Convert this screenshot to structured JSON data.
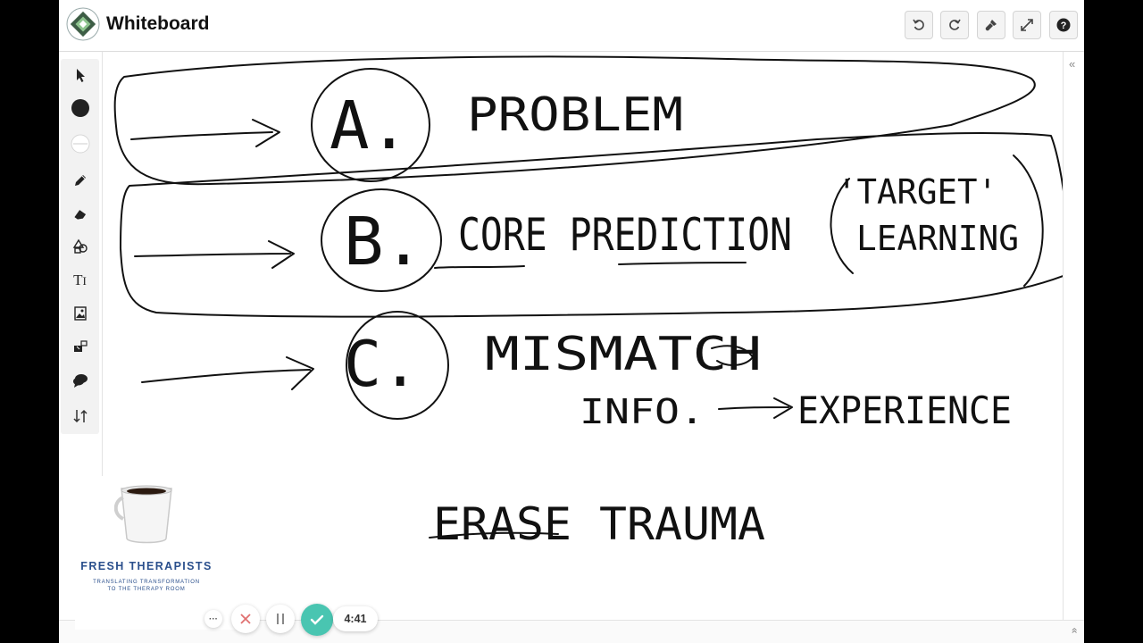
{
  "app": {
    "title": "Whiteboard"
  },
  "header": {
    "buttons": [
      {
        "name": "undo-button",
        "icon": "undo-icon"
      },
      {
        "name": "redo-button",
        "icon": "redo-icon"
      },
      {
        "name": "clear-brush-button",
        "icon": "brush-icon"
      },
      {
        "name": "fullscreen-button",
        "icon": "expand-icon"
      },
      {
        "name": "help-button",
        "icon": "help-icon"
      }
    ]
  },
  "toolbar": {
    "tools": [
      "select-icon",
      "black-color-icon",
      "white-color-icon",
      "pencil-icon",
      "eraser-icon",
      "shapes-icon",
      "text-icon",
      "image-icon",
      "insert-media-icon",
      "comment-icon",
      "sort-icon"
    ],
    "text_glyph": "T",
    "text_cursor": "I"
  },
  "side_panel": {
    "collapse_glyph": "«"
  },
  "bottom_bar": {
    "expand_glyph": "»"
  },
  "brand": {
    "name": "FRESH THERAPISTS",
    "tagline": "TRANSLATING TRANSFORMATION\nTO THE THERAPY ROOM"
  },
  "recorder": {
    "more_glyph": "···",
    "time": "4:41",
    "accent": "#49c5b1"
  },
  "whiteboard": {
    "rows": [
      {
        "letter": "A.",
        "text": "PROBLEM"
      },
      {
        "letter": "B.",
        "text": "CORE PREDICTION",
        "note_line1": "'TARGET'",
        "note_line2": "LEARNING"
      },
      {
        "letter": "C.",
        "text": "MISMATCH",
        "sub_left": "INFO.",
        "sub_right": "EXPERIENCE"
      }
    ],
    "footer_text": "ERASE TRAUMA"
  }
}
